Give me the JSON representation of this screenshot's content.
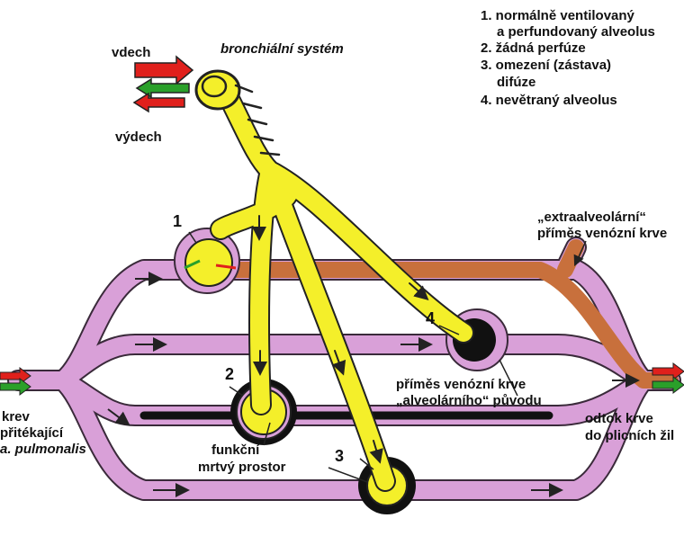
{
  "labels": {
    "vdech": "vdech",
    "vydech": "výdech",
    "bronchial": "bronchiální systém",
    "krev_in_1": "krev",
    "krev_in_2": "přitékající",
    "krev_in_3": "a. pulmonalis",
    "odtok_1": "odtok krve",
    "odtok_2": "do plicních žil",
    "extra_1": "„extraalveolární“",
    "extra_2": "příměs venózní krve",
    "primes_1": "příměs venózní krve",
    "primes_2": "„alveolárního“ původu",
    "mrtvy_1": "funkční",
    "mrtvy_2": "mrtvý prostor"
  },
  "numbers": {
    "n1": "1",
    "n2": "2",
    "n3": "3",
    "n4": "4"
  },
  "legend": {
    "l1a": "1. normálně ventilovaný",
    "l1b": "a perfundovaný alveolus",
    "l2": "2. žádná perfúze",
    "l3a": "3. omezení (zástava)",
    "l3b": "difúze",
    "l4": "4. nevětraný alveolus"
  },
  "colors": {
    "vessel": "#d9a0d8",
    "vessel_edge": "#3a2a3a",
    "venous": "#c8703c",
    "airway": "#f4ef2a",
    "airway_edge": "#222222",
    "arrow_red": "#e0201c",
    "arrow_green": "#2aa02a"
  }
}
